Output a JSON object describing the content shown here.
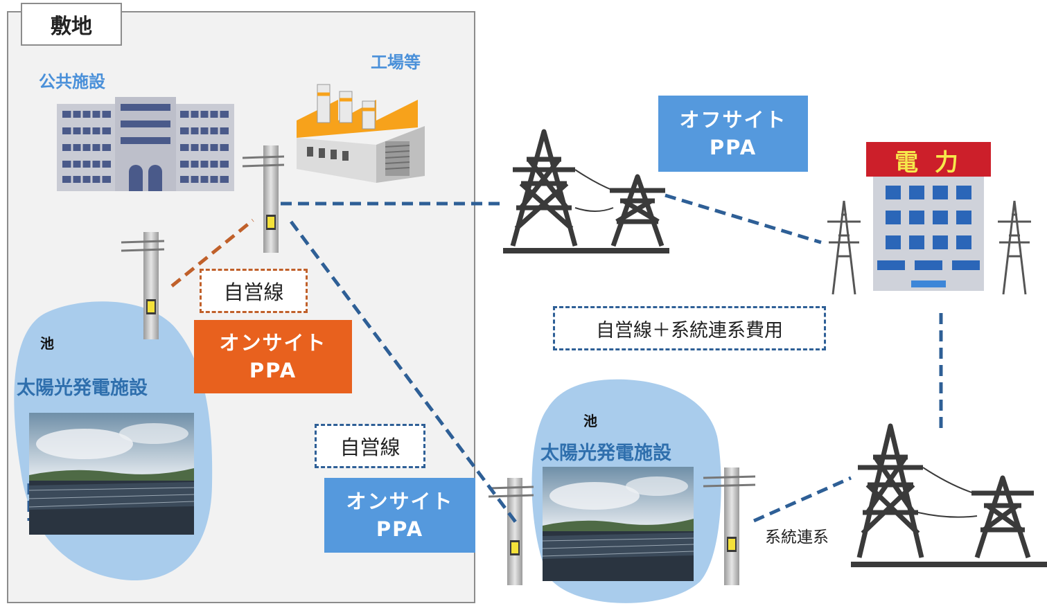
{
  "site": {
    "label": "敷地"
  },
  "facilities": {
    "public": "公共施設",
    "factory": "工場等",
    "utility_sign": "電 力"
  },
  "ponds": {
    "left": {
      "pond_label": "池",
      "title": "太陽光発電施設"
    },
    "right": {
      "pond_label": "池",
      "title": "太陽光発電施設"
    }
  },
  "labels": {
    "own_line_orange": "自営線",
    "onsite_orange": {
      "line1": "オンサイト",
      "line2": "PPA"
    },
    "own_line_blue": "自営線",
    "onsite_blue": {
      "line1": "オンサイト",
      "line2": "PPA"
    },
    "offsite": {
      "line1": "オフサイト",
      "line2": "PPA"
    },
    "cost_box": "自営線＋系統連系費用",
    "grid_connection": "系統連系"
  },
  "colors": {
    "blue_box": "#5599dd",
    "orange_box": "#e8611e",
    "blue_dash": "#2e5f96",
    "orange_dash": "#c0602a",
    "pond": "#a9ccec",
    "site_bg": "#f2f2f2"
  }
}
